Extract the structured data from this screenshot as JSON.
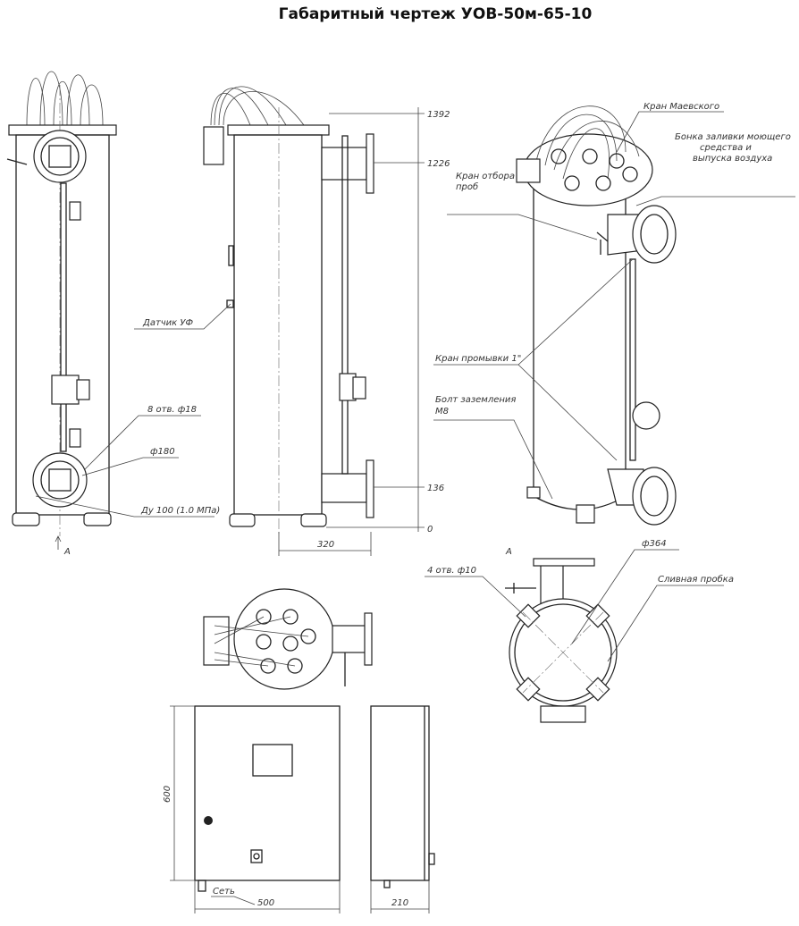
{
  "title": "Габаритный чертеж УОВ-50м-65-10",
  "labels": {
    "kran_maevskogo": "Кран Маевского",
    "bonka_line1": "Бонка заливки моющего",
    "bonka_line2": "средства и",
    "bonka_line3": "выпуска воздуха",
    "kran_otbora_line1": "Кран отбора",
    "kran_otbora_line2": "проб",
    "kran_promyvki": "Кран промывки 1\"",
    "bolt_line1": "Болт заземления",
    "bolt_line2": "М8",
    "datchik": "Датчик УФ",
    "otv8": "8 отв. ф18",
    "d180": "ф180",
    "du100": "Ду 100 (1.0 МПа)",
    "view_a_arrow": "А",
    "view_a_title": "А",
    "otv4": "4 отв. ф10",
    "d364": "ф364",
    "slivnaya": "Сливная пробка",
    "set": "Сеть"
  },
  "dimensions": {
    "h1392": "1392",
    "h1226": "1226",
    "h136": "136",
    "h0": "0",
    "w320": "320",
    "cab_h600": "600",
    "cab_w500": "500",
    "cab_d210": "210"
  }
}
